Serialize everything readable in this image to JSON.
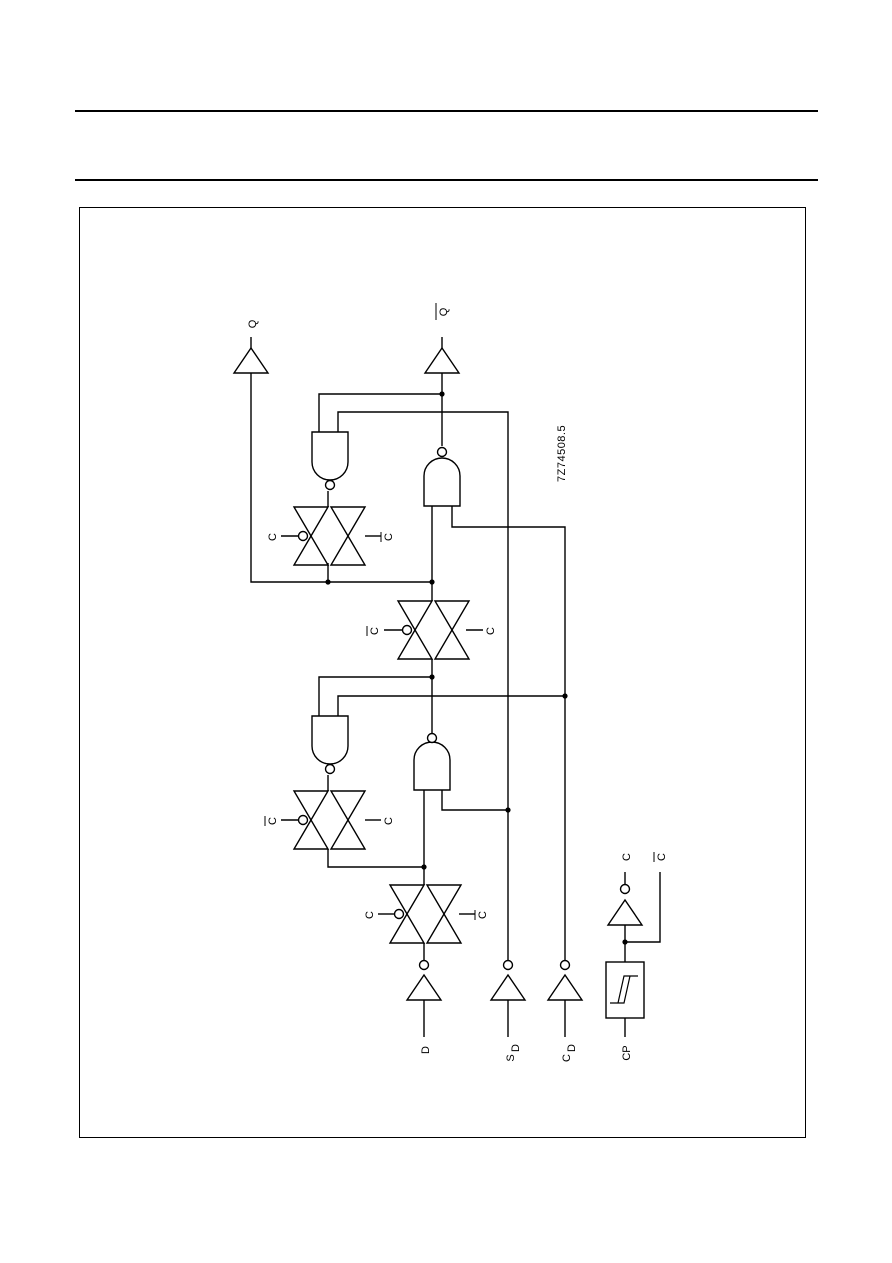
{
  "diagram": {
    "drawing_code": "7Z74508.5",
    "inputs": {
      "d": "D",
      "sd_main": "S",
      "sd_sub": "D",
      "cd_main": "C",
      "cd_sub": "D",
      "cp": "CP"
    },
    "outputs": {
      "q": "Q",
      "qbar": "Q"
    },
    "clock_signals": {
      "c": "C",
      "cbar": "C"
    }
  }
}
